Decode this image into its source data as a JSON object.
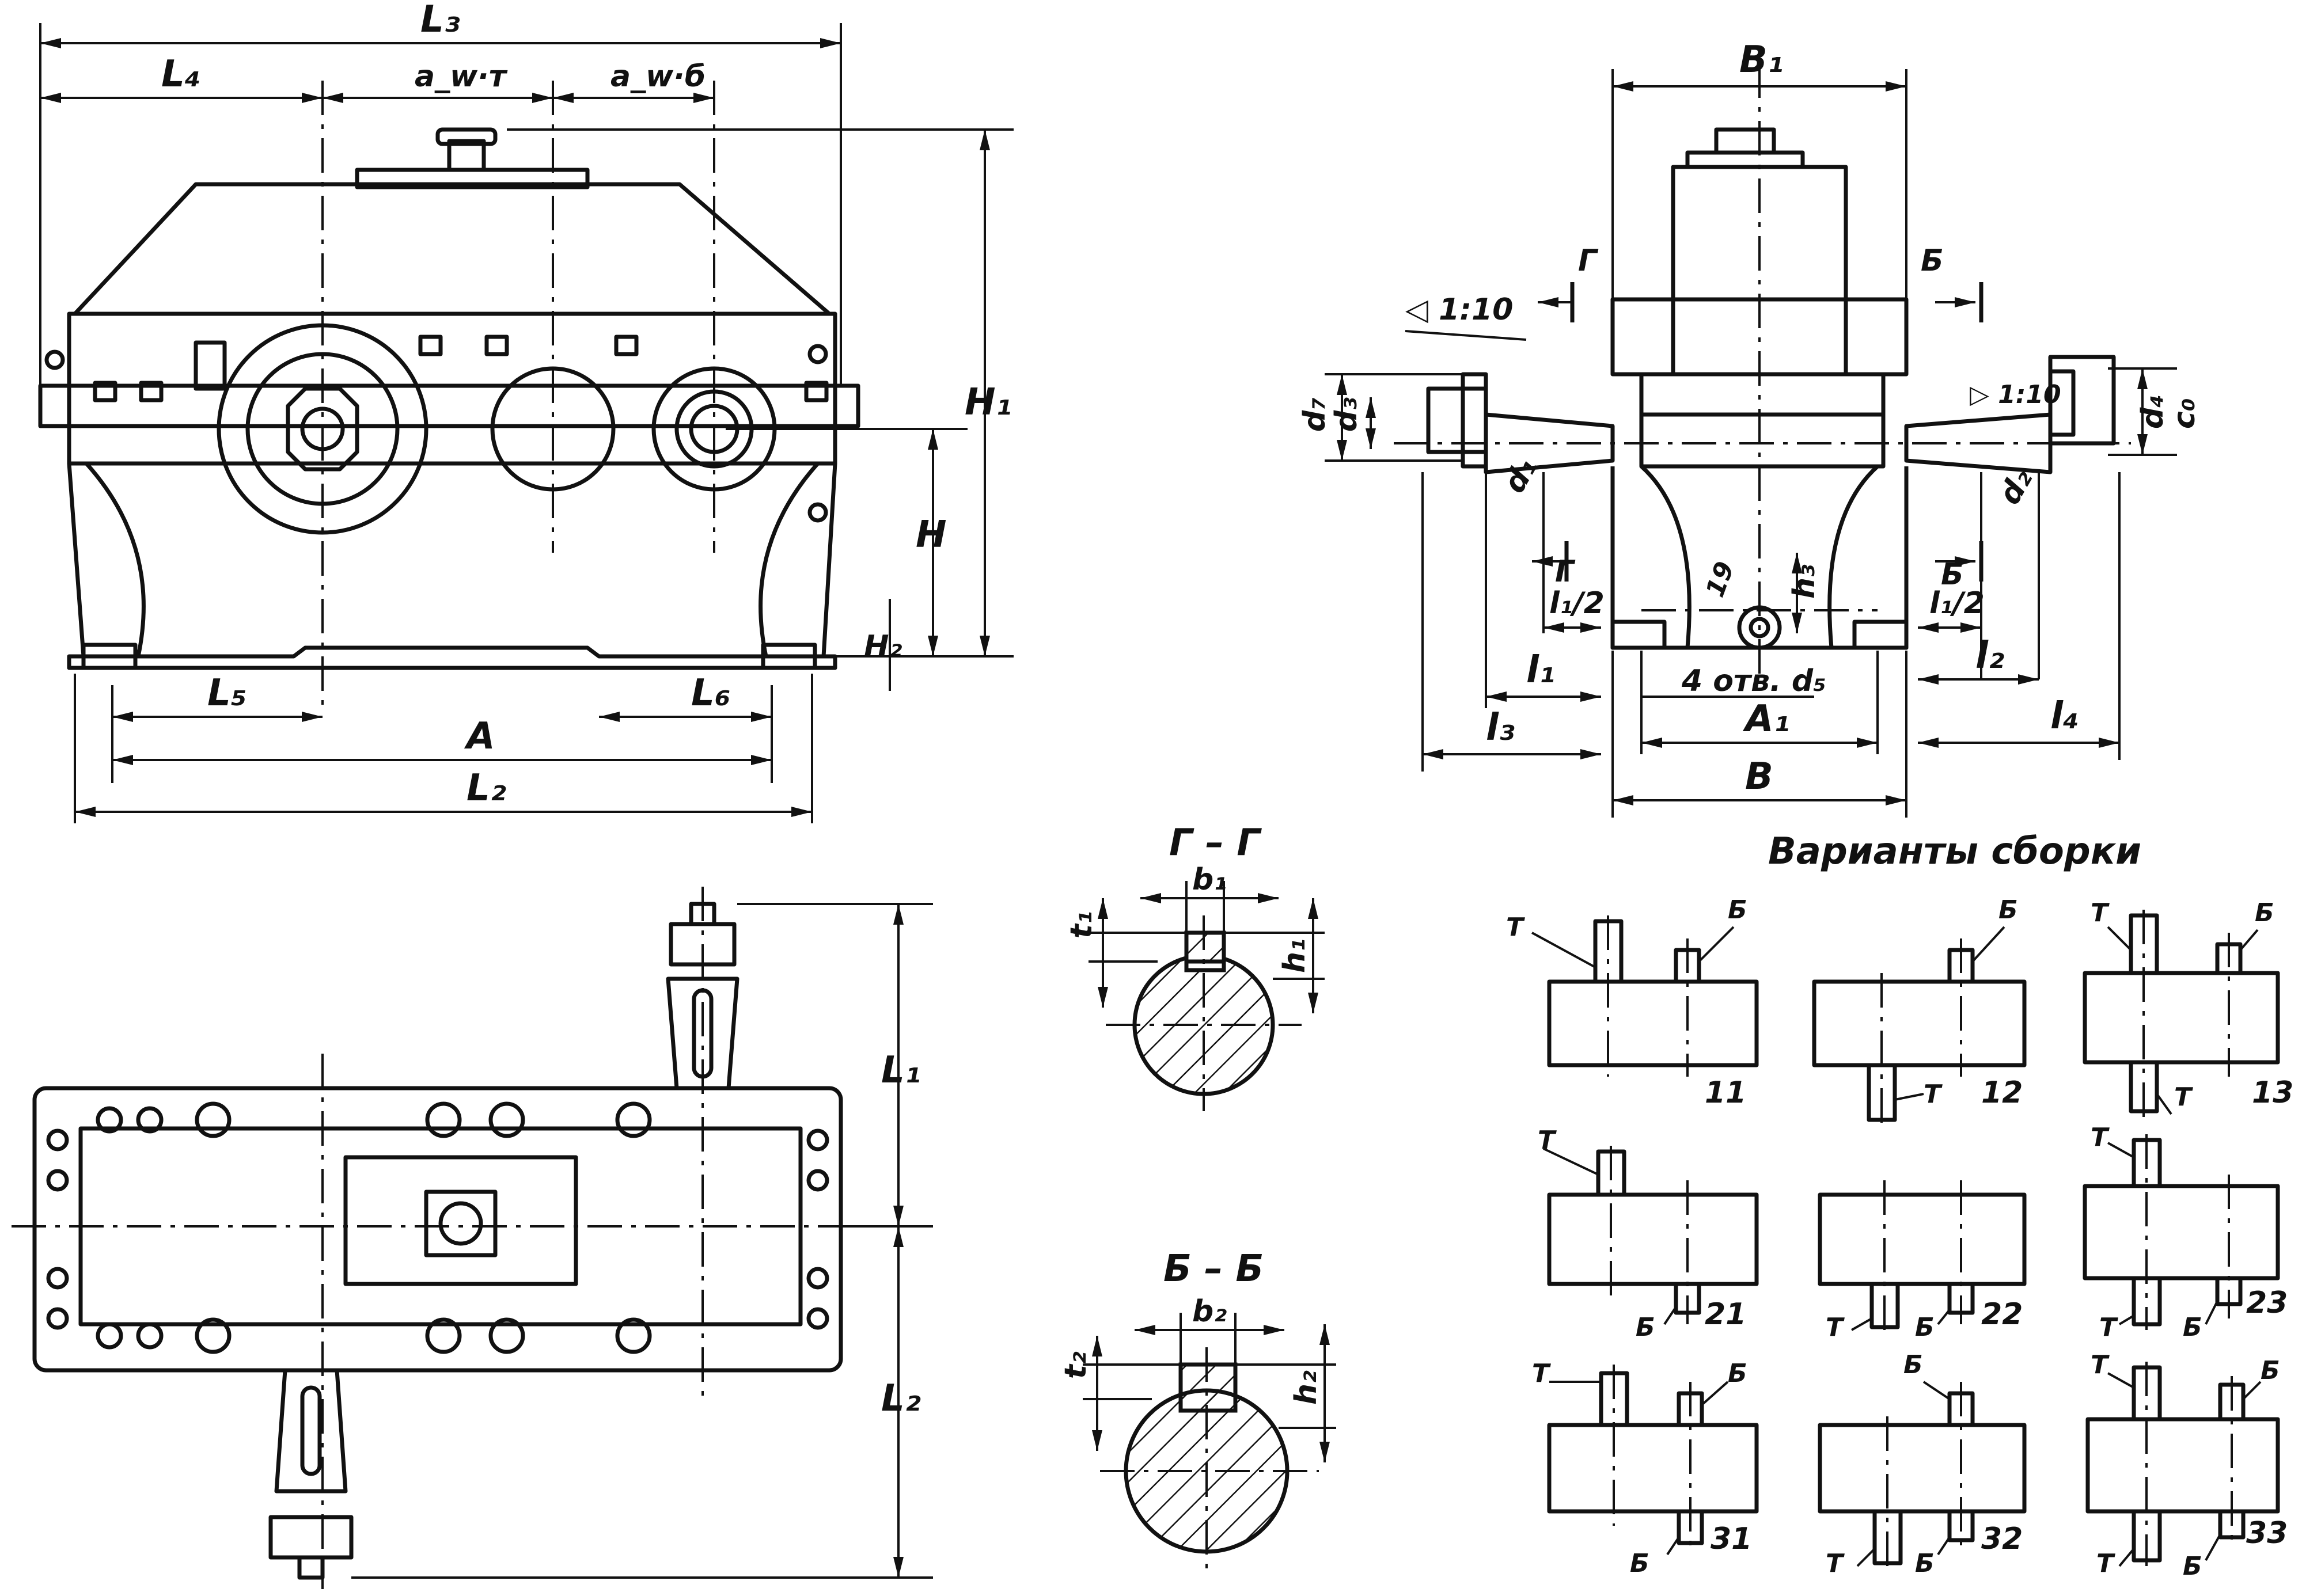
{
  "front_view": {
    "labels": {
      "L3": "L₃",
      "L4": "L₄",
      "aw_t": "a_w·т",
      "aw_b": "a_w·б",
      "H1": "H₁",
      "H": "H",
      "H2": "H₂",
      "L5": "L₅",
      "L6": "L₆",
      "A": "A",
      "L2": "L₂"
    }
  },
  "side_view": {
    "labels": {
      "B1": "B₁",
      "B": "B",
      "A1": "A₁",
      "taper_left": "◁ 1:10",
      "taper_right": "▷ 1:10",
      "G": "Г",
      "Bsec": "Б",
      "d7": "d₇",
      "d3": "d₃",
      "d1": "d₁",
      "d2": "d₂",
      "d4": "d₄",
      "c": "c₀",
      "l1half": "l₁/2",
      "l1": "l₁",
      "l3": "l₃",
      "l2half": "l₁/2",
      "l2": "l₂",
      "l4": "l₄",
      "h3": "h₃",
      "d19": "19",
      "holes": "4 отв. d₅"
    }
  },
  "plan_view": {
    "labels": {
      "L1": "L₁",
      "L2": "L₂"
    }
  },
  "sections": {
    "gg": {
      "title": "Г – Г",
      "b": "b₁",
      "t": "t₁",
      "h": "h₁"
    },
    "bb": {
      "title": "Б – Б",
      "b": "b₂",
      "t": "t₂",
      "h": "h₂"
    }
  },
  "assembly": {
    "title": "Варианты сборки",
    "variants": [
      {
        "number": "11",
        "labels": [
          "Т",
          "Б"
        ]
      },
      {
        "number": "12",
        "labels": [
          "Б",
          "Т"
        ]
      },
      {
        "number": "13",
        "labels": [
          "Т",
          "Б",
          "Т"
        ]
      },
      {
        "number": "21",
        "labels": [
          "Т",
          "Б"
        ]
      },
      {
        "number": "22",
        "labels": [
          "Т",
          "Б"
        ]
      },
      {
        "number": "23",
        "labels": [
          "Т",
          "Т",
          "Б"
        ]
      },
      {
        "number": "31",
        "labels": [
          "Т",
          "Б",
          "Б"
        ]
      },
      {
        "number": "32",
        "labels": [
          "Б",
          "Т",
          "Б"
        ]
      },
      {
        "number": "33",
        "labels": [
          "Т",
          "Б",
          "Т",
          "Б"
        ]
      }
    ]
  }
}
